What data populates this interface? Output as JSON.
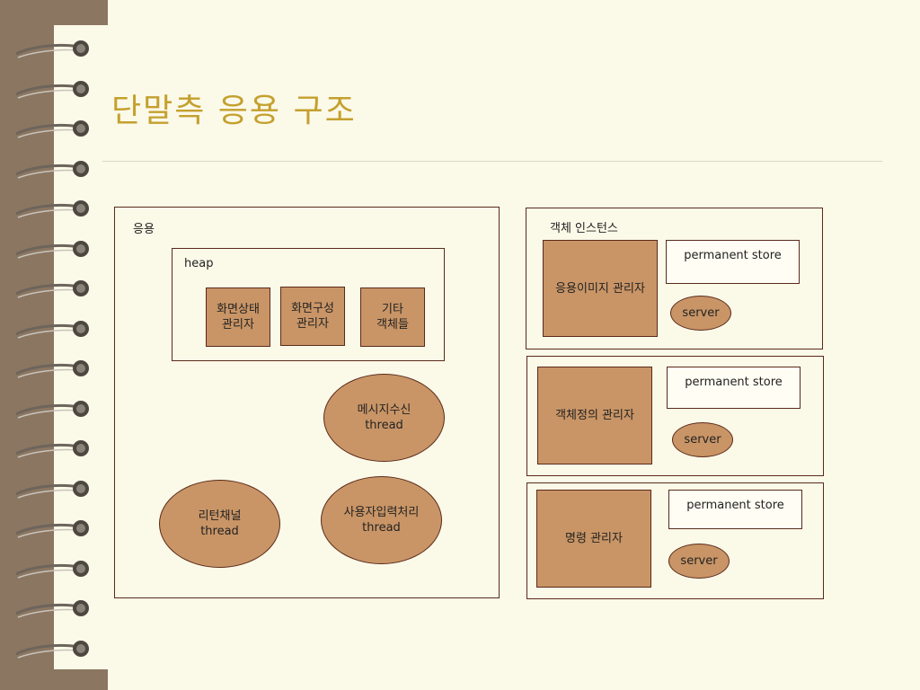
{
  "slide": {
    "title": "단말측 응용 구조"
  },
  "app": {
    "label": "응용",
    "heap": {
      "label": "heap",
      "items": [
        "화면상태\n관리자",
        "화면구성\n관리자",
        "기타\n객체들"
      ]
    },
    "threads": [
      "메시지수신\nthread",
      "리턴채널\nthread",
      "사용자입력처리\nthread"
    ]
  },
  "instances": {
    "label": "객체 인스턴스",
    "groups": [
      {
        "manager": "응용이미지 관리자",
        "store": "permanent store",
        "server": "server"
      },
      {
        "manager": "객체정의 관리자",
        "store": "permanent store",
        "server": "server"
      },
      {
        "manager": "명령 관리자",
        "store": "permanent store",
        "server": "server"
      }
    ]
  },
  "colors": {
    "fill": "#c99566",
    "border": "#5a2a1a",
    "title": "#c4a02e",
    "spine": "#8b7661"
  }
}
